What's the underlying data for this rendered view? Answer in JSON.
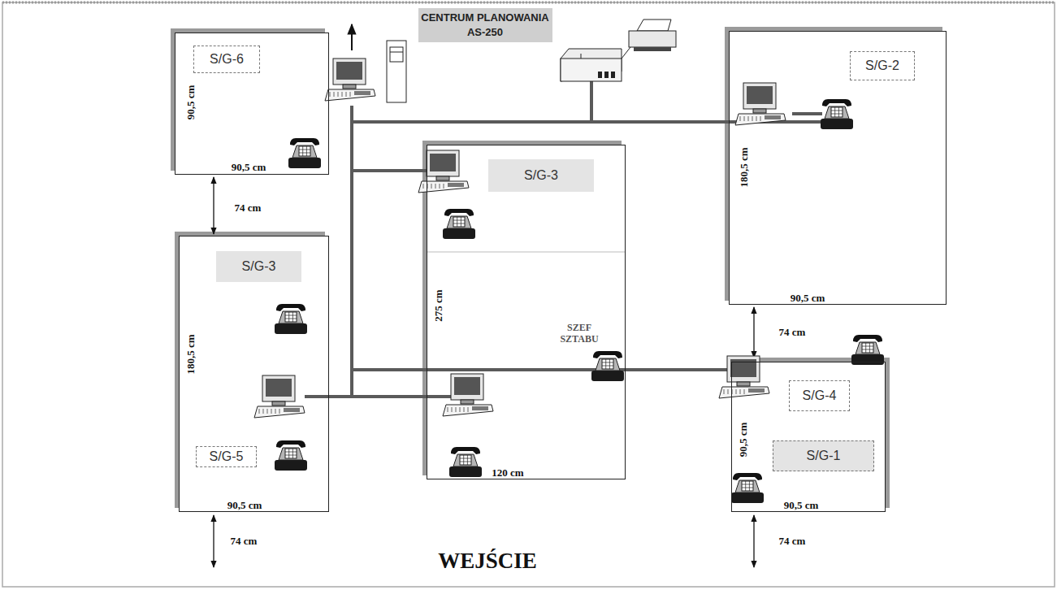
{
  "diagram": {
    "nodes": [
      {
        "text": [
          "CENTRUM PLANOWANIA",
          "AS-250"
        ]
      },
      {
        "text": [
          "90,5 cm",
          "90,5 cm"
        ]
      },
      {
        "text": [
          "S/G-6"
        ],
        "in": 1
      },
      {
        "text": [
          "180,5 cm",
          "90,5 cm"
        ]
      },
      {
        "text": [
          "S/G-2"
        ],
        "in": 3
      },
      {
        "text": [
          "275 cm",
          "SZEF SZTABU",
          "120 cm"
        ]
      },
      {
        "text": [
          "S/G-3"
        ],
        "in": 5
      },
      {
        "text": [
          "180,5 cm",
          "90,5 cm"
        ]
      },
      {
        "text": [
          "S/G-3"
        ],
        "in": 7
      },
      {
        "text": [
          "S/G-5"
        ],
        "in": 7
      },
      {
        "text": [
          "90,5 cm",
          "90,5 cm"
        ]
      },
      {
        "text": [
          "S/G-4"
        ],
        "in": 10
      },
      {
        "text": [
          "S/G-1"
        ],
        "in": 10
      }
    ],
    "labels": [
      "74 cm",
      "74 cm",
      "74 cm",
      "74 cm",
      "WEJŚCIE"
    ]
  }
}
